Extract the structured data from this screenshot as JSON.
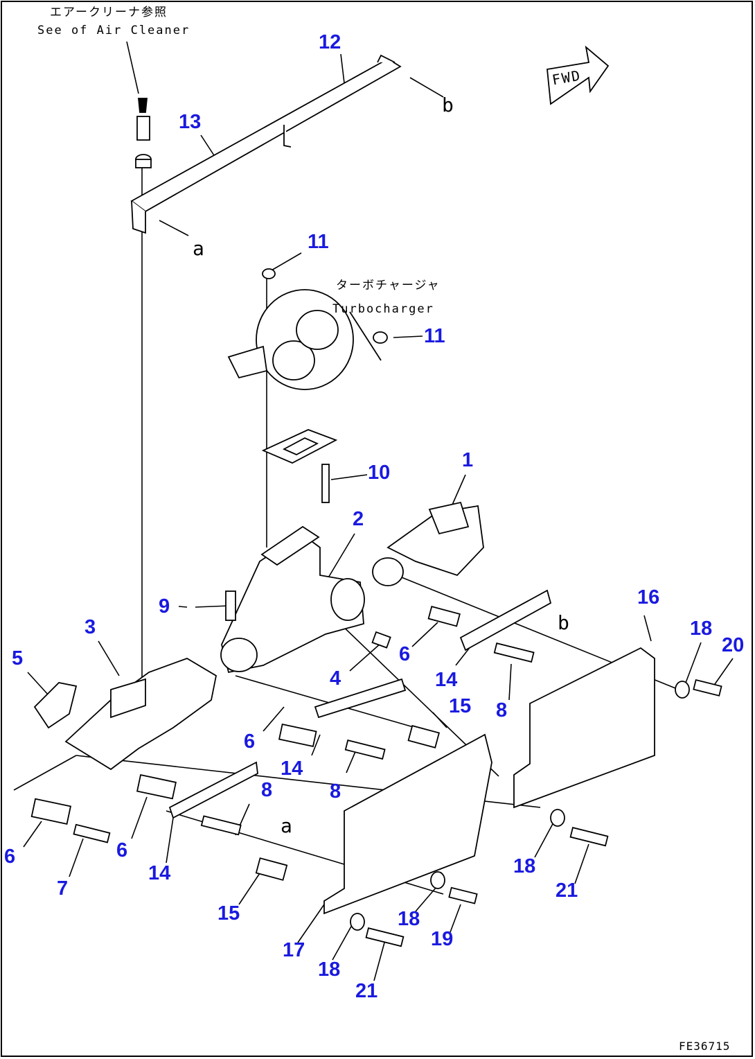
{
  "notes": {
    "air_cleaner_jp": "エアークリーナ参照",
    "air_cleaner_en": "See of Air Cleaner",
    "turbo_jp": "ターボチャージャ",
    "turbo_en": "Turbocharger",
    "fwd": "FWD"
  },
  "figure_code": "FE36715",
  "ref_letters": {
    "a": "a",
    "b": "b"
  },
  "callouts": {
    "p1": "1",
    "p2": "2",
    "p3": "3",
    "p4": "4",
    "p5": "5",
    "p6a": "6",
    "p6b": "6",
    "p6c": "6",
    "p6d": "6",
    "p7": "7",
    "p8a": "8",
    "p8b": "8",
    "p8c": "8",
    "p9": "9",
    "p10": "10",
    "p11a": "11",
    "p11b": "11",
    "p12": "12",
    "p13": "13",
    "p14a": "14",
    "p14b": "14",
    "p14c": "14",
    "p15a": "15",
    "p15b": "15",
    "p16": "16",
    "p17": "17",
    "p18a": "18",
    "p18b": "18",
    "p18c": "18",
    "p18d": "18",
    "p19": "19",
    "p20": "20",
    "p21a": "21",
    "p21b": "21"
  },
  "colors": {
    "callout": "#1a1ae0",
    "line": "#000000",
    "background": "#ffffff"
  }
}
